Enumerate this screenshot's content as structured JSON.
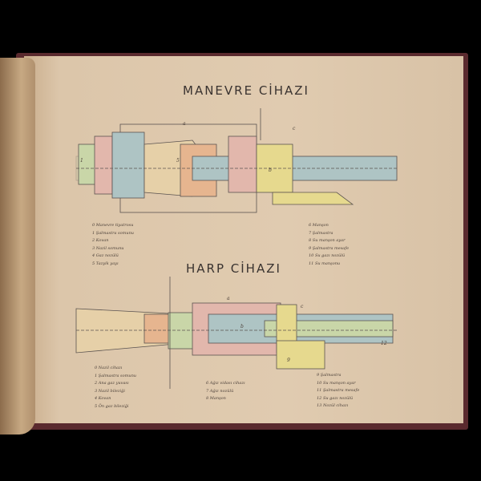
{
  "top_diagram": {
    "title": "MANEVRE CİHAZI",
    "legend_left": [
      "0 Manevre tiyatrosu",
      "1 Şalmastra somunu",
      "2 Kovan",
      "3 Nazil somunu",
      "4 Gaz nozülü",
      "5 Tazyik yayı"
    ],
    "legend_right": [
      "6 Manşon",
      "7 Şalmastra",
      "8 Su manşon ayar",
      "9 Şalmastra mesafe",
      "10 Su gazı nozülü",
      "11 Su manşonu"
    ],
    "labels": [
      "a",
      "b",
      "c",
      "1",
      "5"
    ]
  },
  "bottom_diagram": {
    "title": "HARP CİHAZI",
    "legend_left": [
      "0 Nazil cihazı",
      "1 Şalmastra somunu",
      "2 Ana gaz yuvası",
      "3 Nazil bileziği",
      "4 Kovan",
      "5 Ön gaz bileziği"
    ],
    "legend_mid": [
      "6 Ağız vidası cihazı",
      "7 Ağız nozülü",
      "8 Manşon"
    ],
    "legend_right": [
      "9 Şalmastra",
      "10 Su manşon ayar",
      "11 Şalmastra mesafe",
      "12 Su gazı nozülü",
      "13 Nozül cihazı"
    ],
    "labels": [
      "a",
      "b",
      "c",
      "9",
      "12"
    ]
  },
  "colors": {
    "page": "#dcc6aa",
    "cover": "#5a2a2e",
    "green": "#c9d6a8",
    "blue": "#aec4c4",
    "orange": "#e6b58f",
    "pink": "#e2b7ac",
    "yellow": "#e6d98e"
  }
}
